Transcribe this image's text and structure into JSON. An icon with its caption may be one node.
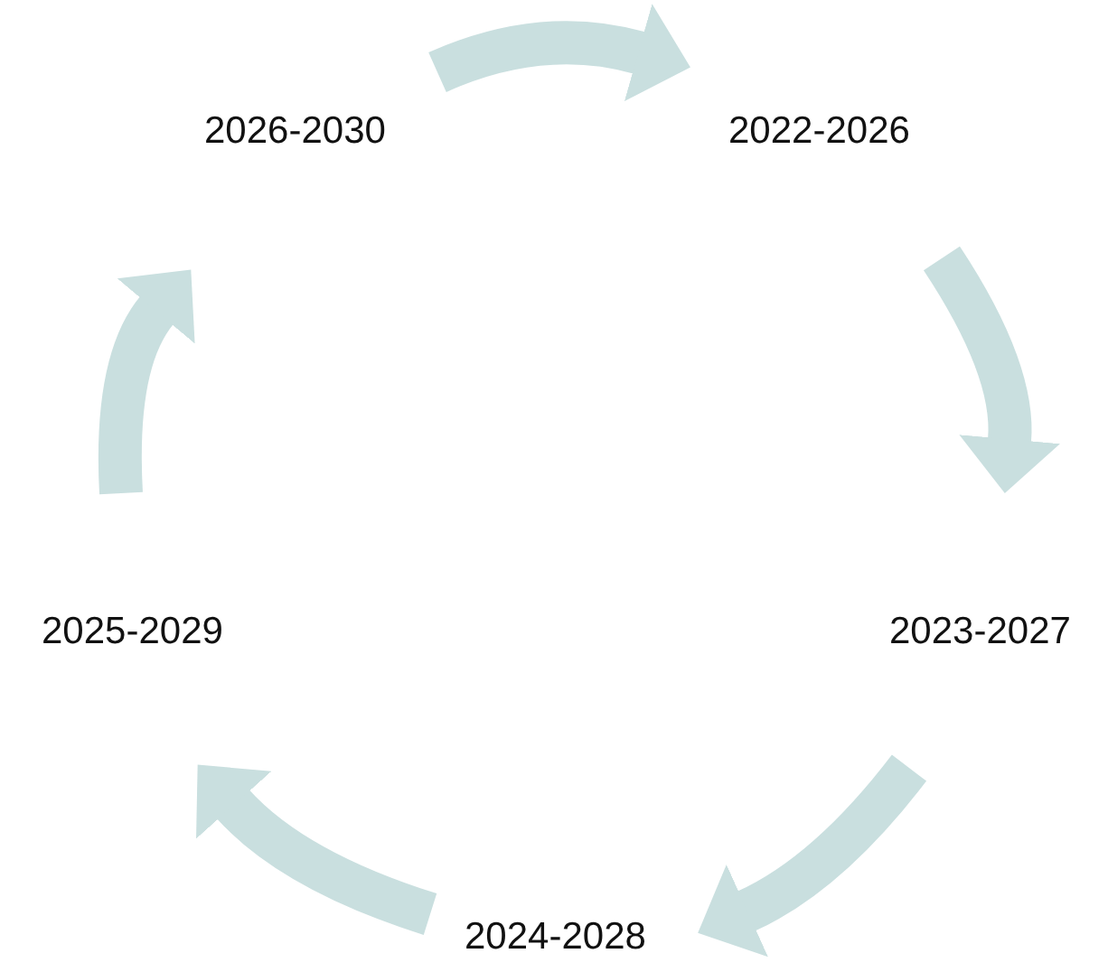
{
  "diagram": {
    "nodes": [
      {
        "text": [
          "2022-2026"
        ]
      },
      {
        "text": [
          "2023-2027"
        ]
      },
      {
        "text": [
          "2024-2028"
        ]
      },
      {
        "text": [
          "2025-2029"
        ]
      },
      {
        "text": [
          "2026-2030"
        ]
      }
    ],
    "edges": [
      {
        "from": 4,
        "to": 0,
        "arrow": "to"
      },
      {
        "from": 0,
        "to": 1,
        "arrow": "to"
      },
      {
        "from": 1,
        "to": 2,
        "arrow": "to"
      },
      {
        "from": 2,
        "to": 3,
        "arrow": "to"
      },
      {
        "from": 3,
        "to": 4,
        "arrow": "to"
      }
    ]
  }
}
